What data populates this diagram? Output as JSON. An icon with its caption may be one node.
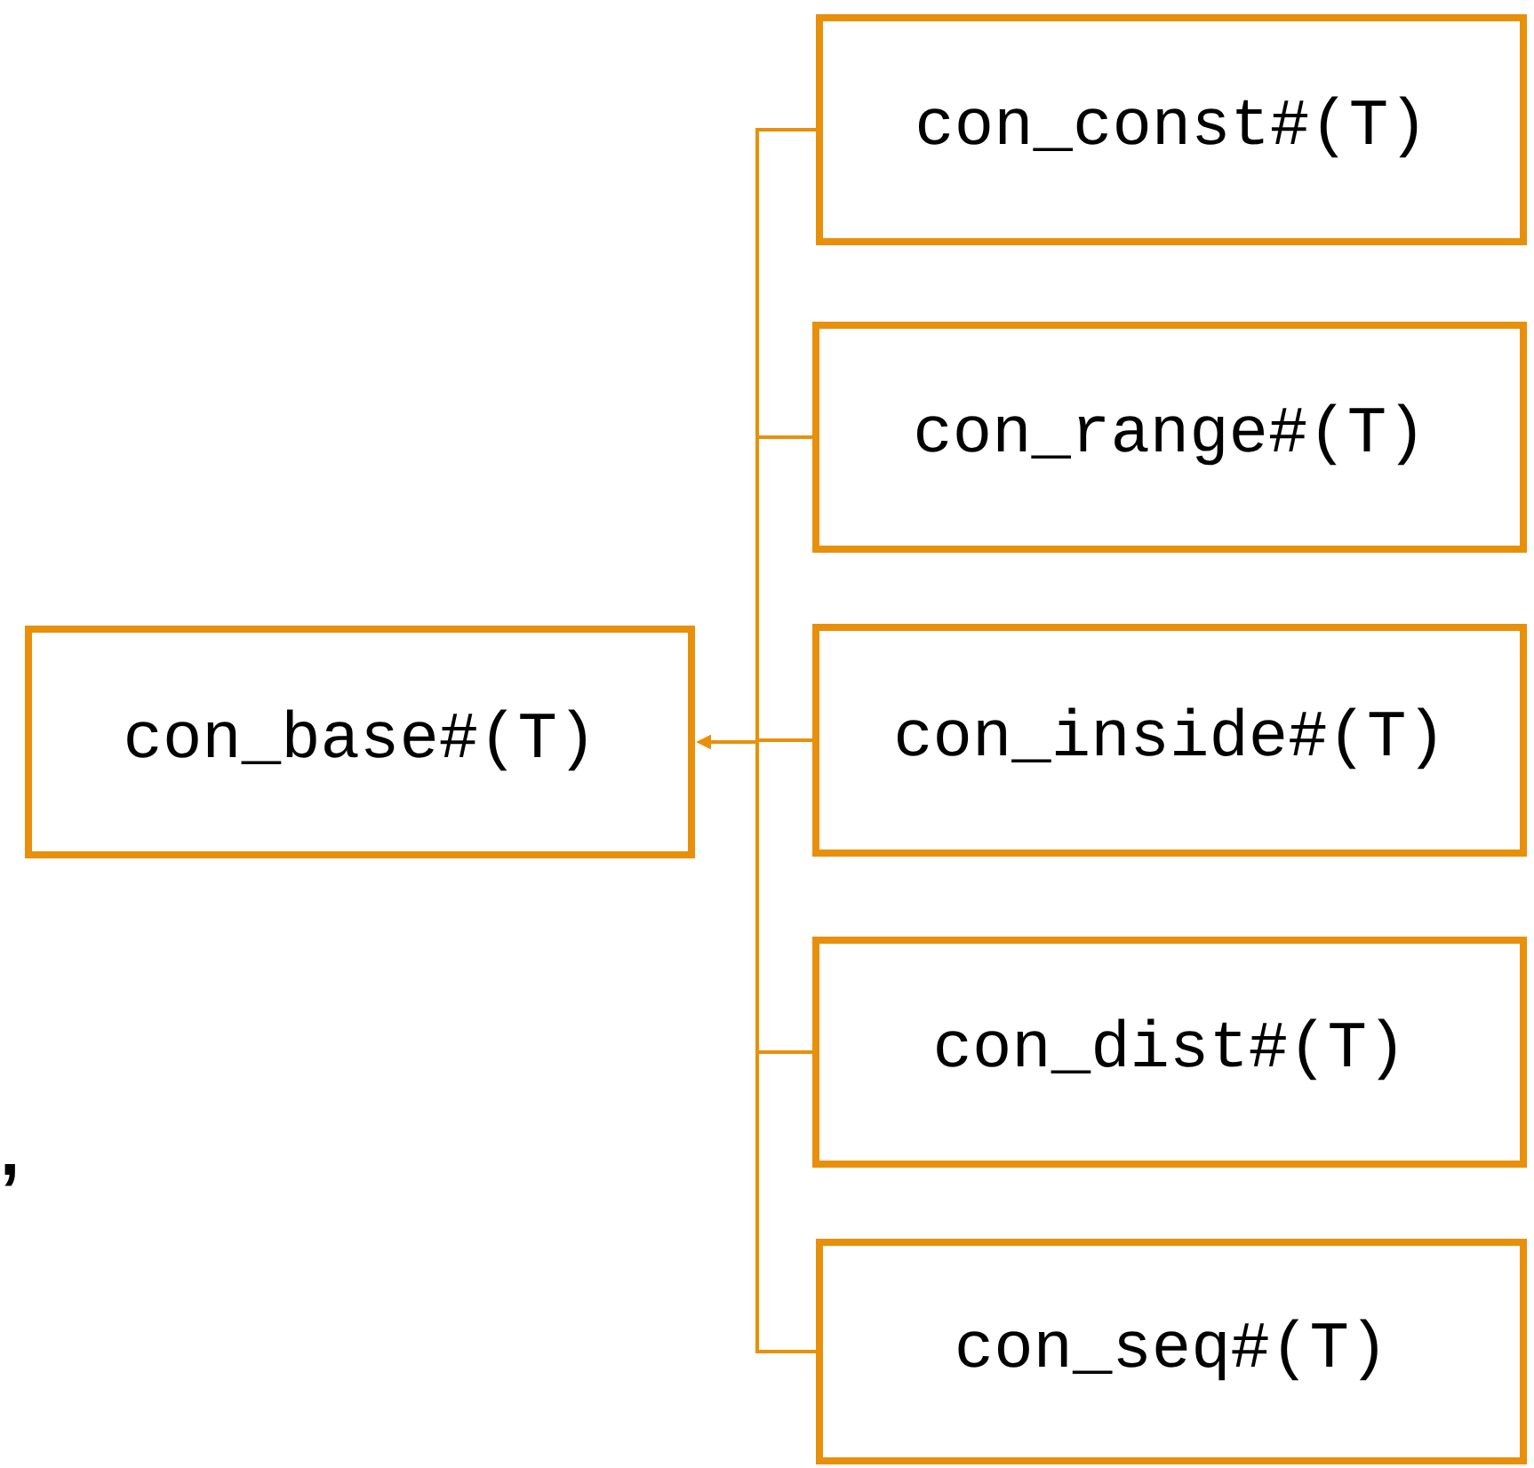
{
  "diagram": {
    "nodes": [
      {
        "text": [
          "con_base#(T)"
        ]
      },
      {
        "text": [
          "con_const#(T)"
        ]
      },
      {
        "text": [
          "con_range#(T)"
        ]
      },
      {
        "text": [
          "con_inside#(T)"
        ]
      },
      {
        "text": [
          "con_dist#(T)"
        ]
      },
      {
        "text": [
          "con_seq#(T)"
        ]
      }
    ],
    "edges": [
      {
        "from": 1,
        "to": 0,
        "arrow": "to"
      },
      {
        "from": 2,
        "to": 0,
        "arrow": "to"
      },
      {
        "from": 3,
        "to": 0,
        "arrow": "to"
      },
      {
        "from": 4,
        "to": 0,
        "arrow": "to"
      },
      {
        "from": 5,
        "to": 0,
        "arrow": "to"
      }
    ],
    "labels": [
      ","
    ]
  }
}
